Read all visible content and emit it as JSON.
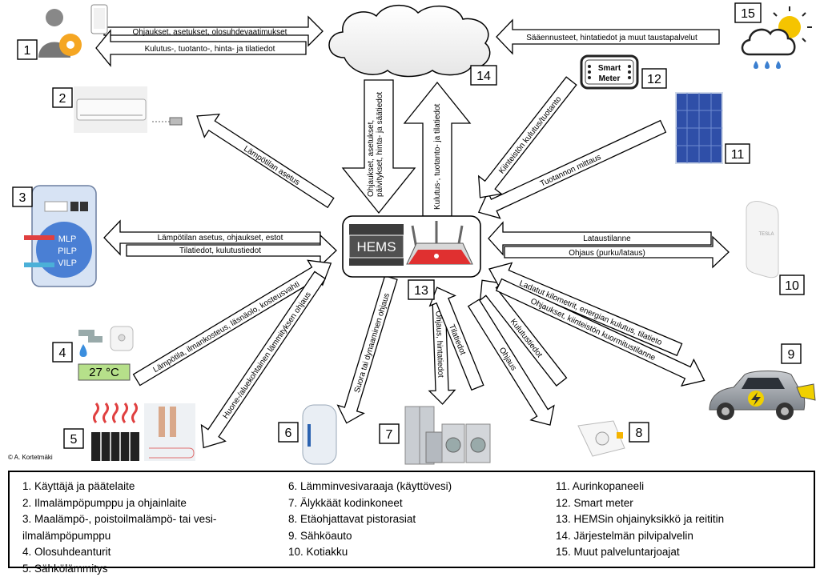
{
  "numbers": [
    "1",
    "2",
    "3",
    "4",
    "5",
    "6",
    "7",
    "8",
    "9",
    "10",
    "11",
    "12",
    "13",
    "14",
    "15"
  ],
  "arrows": {
    "user_out": "Ohjaukset, asetukset, olosuhdevaatimukset",
    "user_in": "Kulutus-, tuotanto-, hinta- ja tilatiedot",
    "provider": "Sääennusteet, hintatiedot ja muut taustapalvelut",
    "cloud_down": [
      "Ohjaukset, asetukset,",
      "päivitykset, hinta- ja säätiedot"
    ],
    "cloud_up": [
      "Kulutus-, tuotanto- ja tilatiedot"
    ],
    "airpump": "Lämpötilan asetus",
    "heatpump_out": "Lämpötilan asetus, ohjaukset, estot",
    "heatpump_in": "Tilatiedot, kulutustiedot",
    "sensor": "Lämpötila, ilmankosteus, läsnäolo, kosteusvahti",
    "heating": "Huone-/aluekohtainen lämmityksen ohjaus",
    "boiler": "Suora tai dynaaminen ohjaus",
    "appliances_up": "Tilatiedot",
    "appliances_down": "Ohjaus, hintatiedot",
    "plug_in": "Kulutustiedot",
    "plug_out": "Ohjaus",
    "ev_in": "Ladatut kilometrit, energian kulutus, tilatieto",
    "ev_out": "Ohjaukset, kiinteistön kuormitustilanne",
    "battery_in": "Lataustilanne",
    "battery_out": "Ohjaus (purku/lataus)",
    "solar": "Tuotannon mittaus",
    "meter": "Kiinteistön kulutus/tuotanto"
  },
  "hems_label": "HEMS",
  "smart_meter_label": [
    "Smart",
    "Meter"
  ],
  "heatpump_labels": [
    "MLP",
    "PILP",
    "VILP"
  ],
  "thermostat_value": "27 °C",
  "battery_brand": "TESLA",
  "copyright": "© A. Kortetmäki",
  "legend": {
    "col1": [
      "1. Käyttäjä ja päätelaite",
      "2. Ilmalämpöpumppu ja ohjainlaite",
      "3. Maalämpö-, poistoilmalämpö- tai vesi-",
      "ilmalämpöpumppu",
      "4. Olosuhdeanturit",
      "5. Sähkölämmitys"
    ],
    "col2": [
      "6. Lämminvesivaraaja (käyttövesi)",
      "7. Älykkäät kodinkoneet",
      "8. Etäohjattavat pistorasiat",
      "9. Sähköauto",
      "10. Kotiakku"
    ],
    "col3": [
      "11. Aurinkopaneeli",
      "12. Smart meter",
      "13. HEMSin ohjainyksikkö ja reititin",
      "14. Järjestelmän pilvipalvelin",
      "15. Muut palveluntarjoajat"
    ]
  },
  "colors": {
    "heatpump_blue": "#4a7fd4",
    "ev_yellow": "#f0d000",
    "radiator_red": "#e04040",
    "sun": "#f5c400"
  }
}
